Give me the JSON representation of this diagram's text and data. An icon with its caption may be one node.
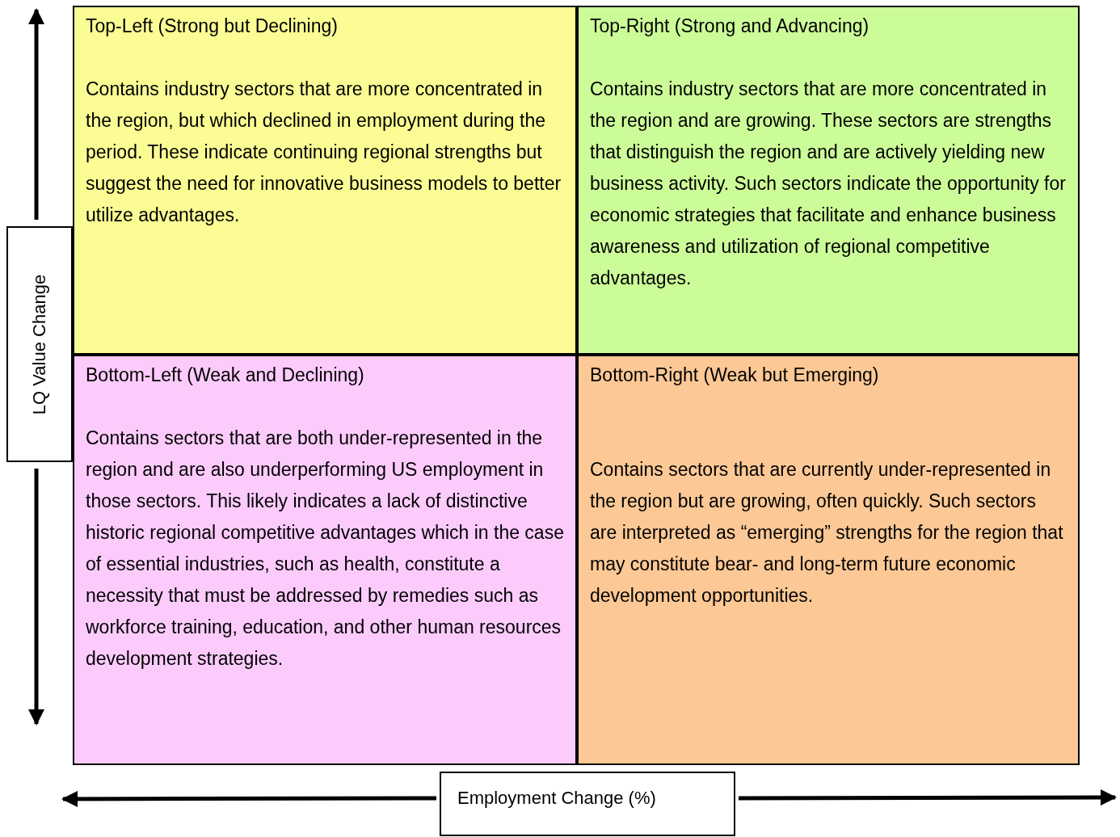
{
  "diagram": {
    "nodes": [
      {
        "text": [
          "Top-Left (Strong but Declining)",
          "Contains industry sectors that are more concentrated in the region, but which declined in employment during the period. These indicate continuing regional strengths but suggest the need for innovative business models to better utilize advantages."
        ]
      },
      {
        "text": [
          "Top-Right (Strong and Advancing)",
          "Contains industry sectors that are more concentrated in the region and are growing. These sectors are strengths that distinguish the region and are actively yielding new business activity. Such sectors indicate the opportunity for economic strategies that facilitate and enhance business awareness and utilization of regional competitive advantages."
        ]
      },
      {
        "text": [
          "Bottom-Left (Weak and Declining)",
          "Contains sectors that are both under-represented in the region and are also underperforming US employment in those sectors. This likely indicates a lack of distinctive historic regional competitive advantages which in the case of essential industries, such as health, constitute a necessity that must be addressed by remedies such as workforce training, education, and other human resources development strategies."
        ]
      },
      {
        "text": [
          "Bottom-Right (Weak but Emerging)",
          "Contains sectors that are currently under-represented in the region but are growing, often quickly. Such sectors are interpreted as “emerging” strengths for the region that may constitute bear- and long-term future economic development opportunities."
        ]
      },
      {
        "text": [
          "LQ Value Change"
        ]
      },
      {
        "text": [
          "Employment Change (%)"
        ]
      }
    ]
  }
}
